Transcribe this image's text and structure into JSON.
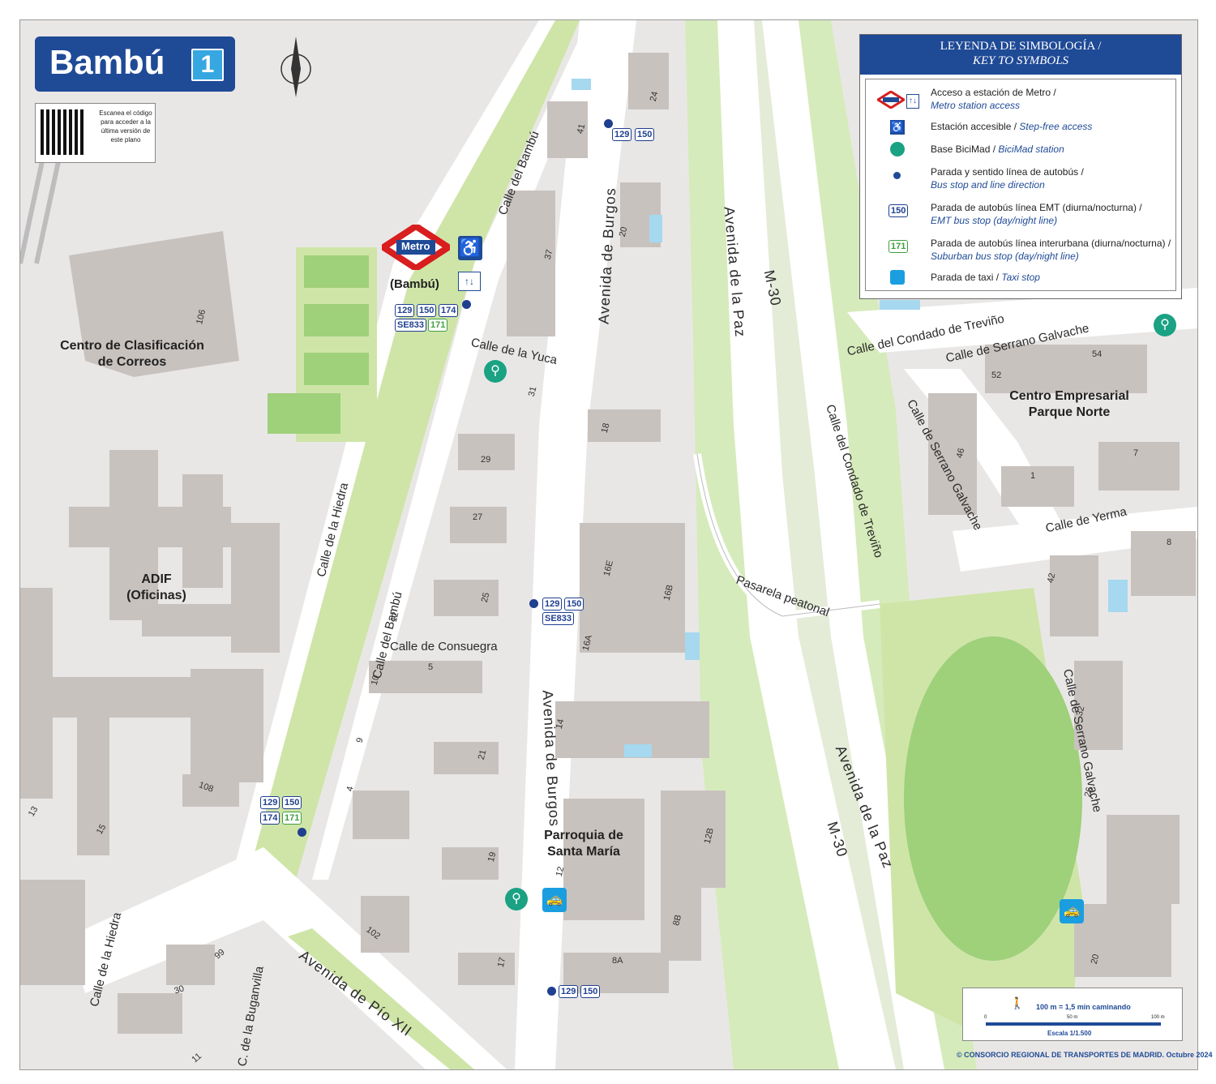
{
  "header": {
    "station_name": "Bambú",
    "line_number": "1",
    "qr_text": "Escanea el código para acceder a la última versión de este plano"
  },
  "metro": {
    "logo_text": "Metro",
    "station_label": "(Bambú)"
  },
  "legend": {
    "title_es": "LEYENDA DE SIMBOLOGÍA /",
    "title_en": "KEY TO SYMBOLS",
    "items": [
      {
        "icon": "metro-access-icon",
        "es": "Acceso a estación de Metro /",
        "en": "Metro station access"
      },
      {
        "icon": "accessible-icon",
        "es": "Estación accesible / ",
        "en": "Step-free access"
      },
      {
        "icon": "bicimad-icon",
        "es": "Base BiciMad / ",
        "en": "BiciMad station"
      },
      {
        "icon": "bus-stop-direction-icon",
        "es": "Parada y sentido línea de autobús /",
        "en": "Bus stop and line direction"
      },
      {
        "icon": "emt-bus-icon",
        "badge": "150",
        "es": "Parada de autobús línea EMT (diurna/nocturna) /",
        "en": "EMT bus stop (day/night line)"
      },
      {
        "icon": "suburban-bus-icon",
        "badge": "171",
        "es": "Parada de autobús línea interurbana (diurna/nocturna) /",
        "en": "Suburban bus stop (day/night line)"
      },
      {
        "icon": "taxi-icon",
        "es": "Parada de taxi / ",
        "en": "Taxi stop"
      }
    ]
  },
  "places": {
    "correos": "Centro de Clasificación de Correos",
    "adif": "ADIF (Oficinas)",
    "parque_norte": "Centro Empresarial Parque Norte",
    "parroquia": "Parroquia de Santa María"
  },
  "streets": {
    "bambu_1": "Calle del Bambú",
    "bambu_2": "Calle del Bambú",
    "burgos_1": "Avenida de Burgos",
    "burgos_2": "Avenida de Burgos",
    "yuca": "Calle de la Yuca",
    "hiedra_1": "Calle de la Hiedra",
    "hiedra_2": "Calle de la Hiedra",
    "consuegra": "Calle de Consuegra",
    "paz_1": "Avenida de la Paz",
    "paz_2": "Avenida de la Paz",
    "m30_1": "M-30",
    "m30_2": "M-30",
    "condado_1": "Calle del Condado de Treviño",
    "condado_2": "Calle del Condado de Treviño",
    "serrano_1": "Calle de Serrano Galvache",
    "serrano_2": "Calle de Serrano Galvache",
    "serrano_3": "Calle de Serrano Galvache",
    "yerma": "Calle de Yerma",
    "pasarela": "Pasarela peatonal",
    "pio": "Avenida de Pío XII",
    "buganvilla": "C. de la Buganvilla"
  },
  "bus_stops": {
    "stop_a": [
      "129",
      "150"
    ],
    "stop_b_emt": [
      "129",
      "150",
      "174",
      "SE833"
    ],
    "stop_b_sub": [
      "171"
    ],
    "stop_c_emt": [
      "129",
      "150",
      "SE833"
    ],
    "stop_d_emt": [
      "129",
      "150",
      "174"
    ],
    "stop_d_sub": [
      "171"
    ],
    "stop_e": [
      "129",
      "150"
    ]
  },
  "building_numbers": [
    "106",
    "41",
    "24",
    "37",
    "20",
    "31",
    "18",
    "29",
    "27",
    "25",
    "12",
    "16E",
    "16B",
    "16A",
    "5",
    "10",
    "14",
    "9",
    "21",
    "4",
    "19",
    "12",
    "12B",
    "8B",
    "8A",
    "17",
    "102",
    "108",
    "13",
    "15",
    "99",
    "30",
    "11",
    "54",
    "52",
    "46",
    "7",
    "1",
    "8",
    "42",
    "32",
    "26",
    "20"
  ],
  "scale": {
    "walk_text": "100 m = 1,5 min caminando",
    "ticks": [
      "0",
      "50 m",
      "100 m"
    ],
    "scale_text": "Escala 1/1.500"
  },
  "copyright": "© CONSORCIO REGIONAL DE TRANSPORTES DE MADRID. Octubre 2024",
  "colors": {
    "header_blue": "#1f4a96",
    "line1_blue": "#37a7e1",
    "park_green": "#cfe5a8",
    "grass_green": "#9fd07a",
    "building_gray": "#c8c2be",
    "road_white": "#ffffff",
    "metro_red": "#d81e1e",
    "bici_teal": "#1aa283",
    "taxi_blue": "#1a9ee0"
  }
}
